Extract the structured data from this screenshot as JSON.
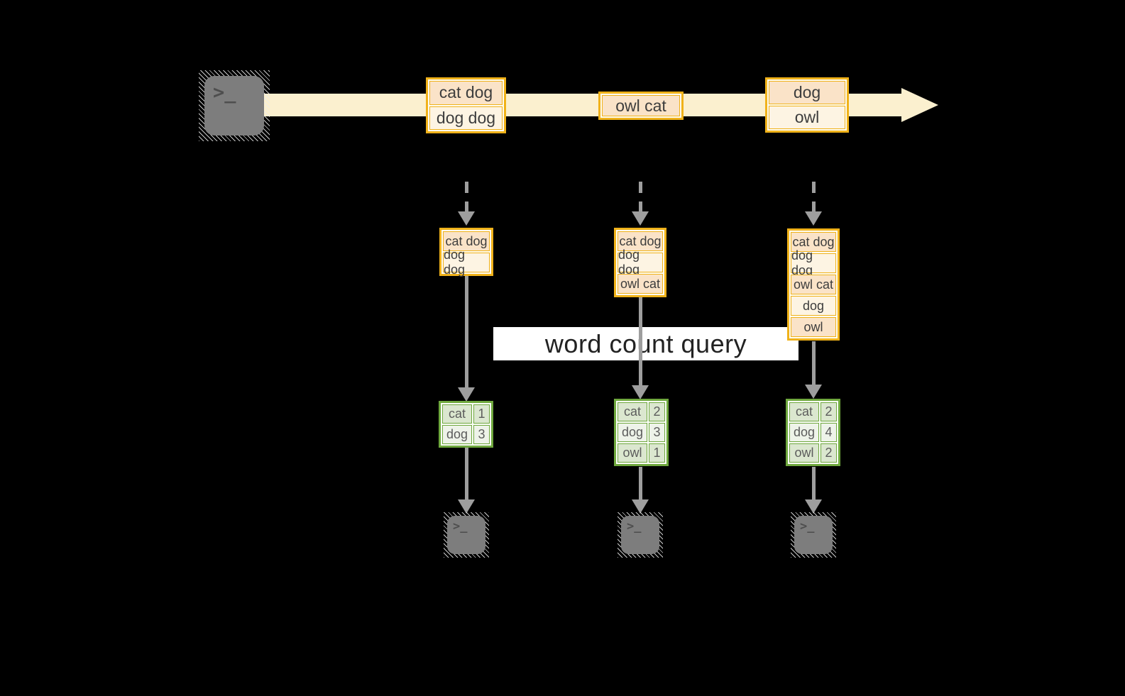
{
  "query_label": "word count query",
  "terminal_glyph": ">_",
  "icons": {
    "source": "terminal-icon",
    "sinks": [
      "terminal-icon",
      "terminal-icon",
      "terminal-icon"
    ]
  },
  "stream_batches": [
    {
      "lines": [
        "cat dog",
        "dog dog"
      ]
    },
    {
      "lines": [
        "owl cat"
      ]
    },
    {
      "lines": [
        "dog",
        "owl"
      ]
    }
  ],
  "windows": [
    {
      "lines": [
        "cat dog",
        "dog dog"
      ]
    },
    {
      "lines": [
        "cat dog",
        "dog dog",
        "owl cat"
      ]
    },
    {
      "lines": [
        "cat dog",
        "dog dog",
        "owl cat",
        "dog",
        "owl"
      ]
    }
  ],
  "counts": [
    {
      "rows": [
        [
          "cat",
          "1"
        ],
        [
          "dog",
          "3"
        ]
      ]
    },
    {
      "rows": [
        [
          "cat",
          "2"
        ],
        [
          "dog",
          "3"
        ],
        [
          "owl",
          "1"
        ]
      ]
    },
    {
      "rows": [
        [
          "cat",
          "2"
        ],
        [
          "dog",
          "4"
        ],
        [
          "owl",
          "2"
        ]
      ]
    }
  ],
  "colors": {
    "background": "#000000",
    "stream_arrow": "#fbf0cf",
    "record_border": "#f0b21a",
    "record_fill_a": "#fae3c8",
    "record_fill_b": "#fdf4e3",
    "count_border": "#6fa83e",
    "count_fill_a": "#dbe7cf",
    "count_fill_b": "#eef3e9",
    "connector": "#9e9e9e",
    "terminal": "#7d7d7d",
    "label_bg": "#ffffff",
    "label_text": "#222222"
  }
}
